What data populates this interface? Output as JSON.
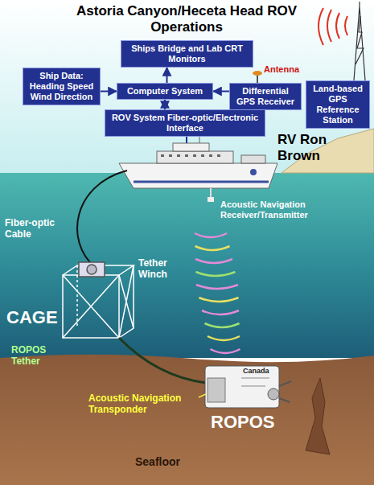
{
  "diagram": {
    "title": "Astoria Canyon/Heceta Head ROV Operations",
    "nodes": [
      {
        "text": [
          "Ships Bridge and Lab CRT Monitors"
        ]
      },
      {
        "text": [
          "Ship Data:",
          "Heading Speed Wind Direction"
        ]
      },
      {
        "text": [
          "Computer System"
        ]
      },
      {
        "text": [
          "Differential GPS Receiver"
        ]
      },
      {
        "text": [
          "ROV System Fiber-optic/Electronic Interface"
        ]
      },
      {
        "text": [
          "Land-based GPS Reference Station"
        ]
      }
    ],
    "edges": [
      {
        "from": 2,
        "to": 0,
        "arrow": "to"
      },
      {
        "from": 1,
        "to": 2,
        "arrow": "to"
      },
      {
        "from": 3,
        "to": 2,
        "arrow": "to"
      },
      {
        "from": 2,
        "to": 4,
        "arrow": "both"
      }
    ],
    "labels": [
      "Antenna",
      "RV Ron Brown",
      "Acoustic Navigation Receiver/Transmitter",
      "Fiber-optic Cable",
      "Tether Winch",
      "CAGE",
      "ROPOS Tether",
      "Acoustic Navigation Transponder",
      "ROPOS",
      "Canada",
      "Seafloor"
    ]
  }
}
